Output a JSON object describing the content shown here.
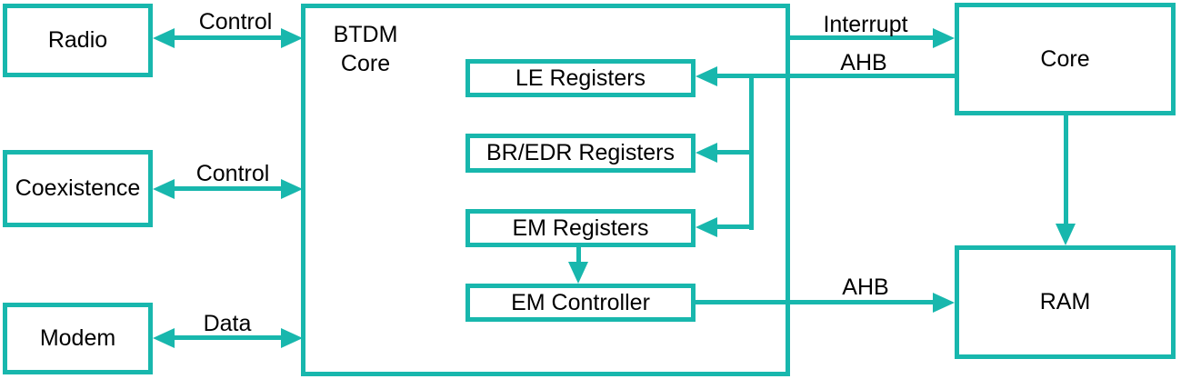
{
  "diagram": {
    "accent_color": "#18b7ad",
    "text_color": "#000000",
    "blocks": {
      "radio": "Radio",
      "coexistence": "Coexistence",
      "modem": "Modem",
      "btdm_line1": "BTDM",
      "btdm_line2": "Core",
      "le_registers": "LE Registers",
      "br_edr_registers": "BR/EDR Registers",
      "em_registers": "EM Registers",
      "em_controller": "EM Controller",
      "core": "Core",
      "ram": "RAM"
    },
    "labels": {
      "control_radio": "Control",
      "control_coexistence": "Control",
      "data_modem": "Data",
      "interrupt": "Interrupt",
      "ahb_top": "AHB",
      "ahb_bottom": "AHB"
    }
  }
}
